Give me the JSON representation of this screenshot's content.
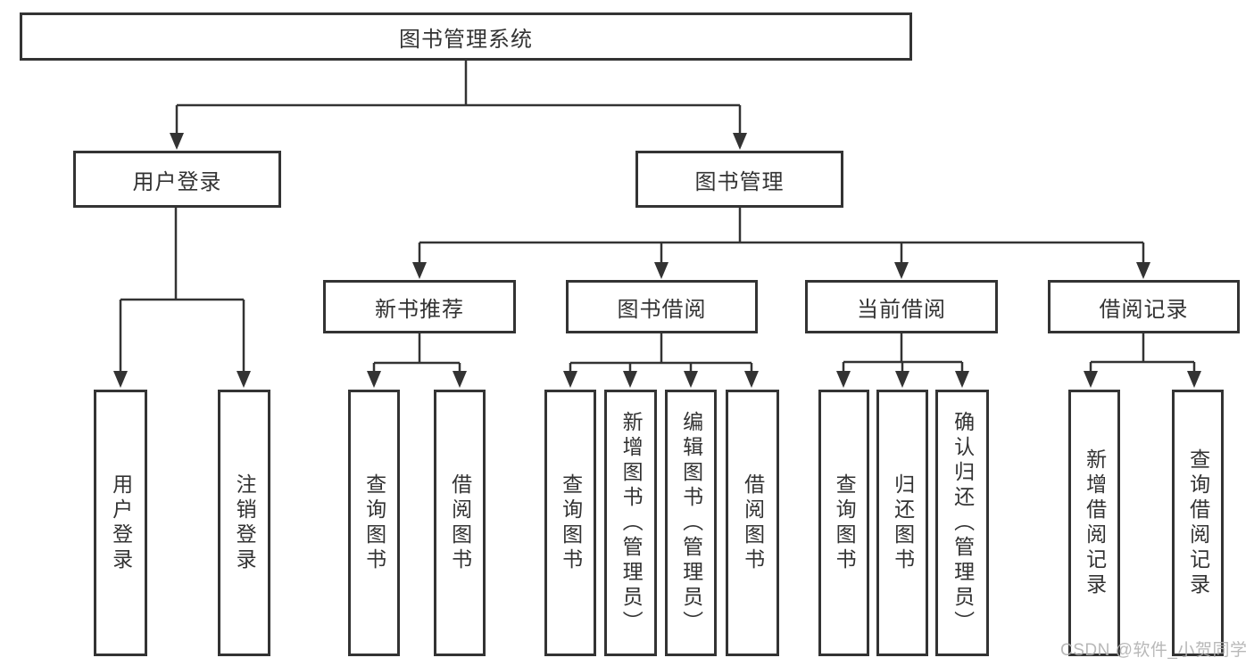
{
  "diagram": {
    "title": "图书管理系统",
    "root": {
      "label": "图书管理系统"
    },
    "level2": [
      {
        "label": "用户登录"
      },
      {
        "label": "图书管理"
      }
    ],
    "level3": [
      {
        "label": "新书推荐",
        "parent": "图书管理"
      },
      {
        "label": "图书借阅",
        "parent": "图书管理"
      },
      {
        "label": "当前借阅",
        "parent": "图书管理"
      },
      {
        "label": "借阅记录",
        "parent": "图书管理"
      }
    ],
    "leaves": [
      {
        "label": "用户登录",
        "parent": "用户登录"
      },
      {
        "label": "注销登录",
        "parent": "用户登录"
      },
      {
        "label": "查询图书",
        "parent": "新书推荐"
      },
      {
        "label": "借阅图书",
        "parent": "新书推荐"
      },
      {
        "label": "查询图书",
        "parent": "图书借阅"
      },
      {
        "label": "新增图书（管理员）",
        "parent": "图书借阅"
      },
      {
        "label": "编辑图书（管理员）",
        "parent": "图书借阅"
      },
      {
        "label": "借阅图书",
        "parent": "图书借阅"
      },
      {
        "label": "查询图书",
        "parent": "当前借阅"
      },
      {
        "label": "归还图书",
        "parent": "当前借阅"
      },
      {
        "label": "确认归还（管理员）",
        "parent": "当前借阅"
      },
      {
        "label": "新增借阅记录",
        "parent": "借阅记录"
      },
      {
        "label": "查询借阅记录",
        "parent": "借阅记录"
      }
    ]
  },
  "watermark": "CSDN @软件_小贺同学",
  "colors": {
    "line": "#333333",
    "box_border": "#333333",
    "box_fill": "#ffffff",
    "background": "#ffffff",
    "watermark": "#b1b1b1"
  }
}
